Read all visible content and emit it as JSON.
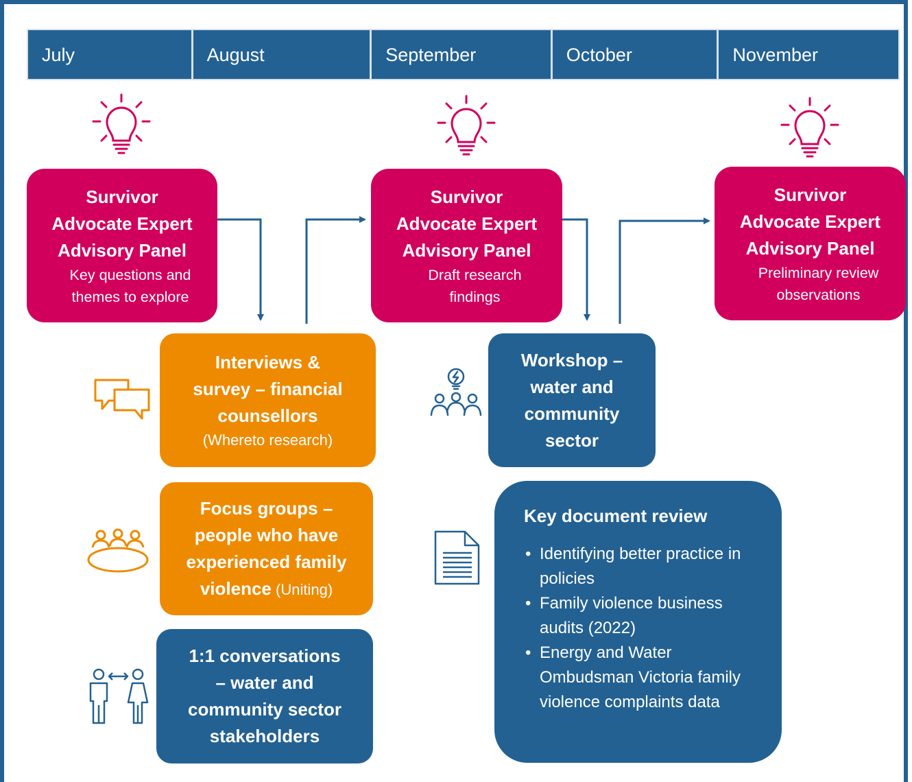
{
  "months": [
    "July",
    "August",
    "September",
    "October",
    "November"
  ],
  "panels": [
    {
      "title": [
        "Survivor",
        "Advocate Expert",
        "Advisory Panel"
      ],
      "sub": [
        "Key questions and",
        "themes to explore"
      ]
    },
    {
      "title": [
        "Survivor",
        "Advocate Expert",
        "Advisory Panel"
      ],
      "sub": [
        "Draft research",
        "findings"
      ]
    },
    {
      "title": [
        "Survivor",
        "Advocate Expert",
        "Advisory Panel"
      ],
      "sub": [
        "Preliminary review",
        "observations"
      ]
    }
  ],
  "interviews": {
    "title": [
      "Interviews &",
      "survey – financial",
      "counsellors"
    ],
    "sub": "(Whereto research)"
  },
  "focus": {
    "title": [
      "Focus groups –",
      "people who have",
      "experienced family"
    ],
    "last_bold": "violence",
    "last_sub": " (Uniting)"
  },
  "conversations": {
    "title": [
      "1:1 conversations",
      "– water and",
      "community sector",
      "stakeholders"
    ]
  },
  "workshop": {
    "title": [
      "Workshop –",
      "water and",
      "community",
      "sector"
    ]
  },
  "doc_review": {
    "title": "Key document review",
    "items": [
      "Identifying better practice in policies",
      "Family violence business audits (2022)",
      "Energy and Water Ombudsman Victoria family violence complaints data"
    ]
  },
  "colors": {
    "pink": "#d1005d",
    "orange": "#ee8a00",
    "blue": "#236192"
  },
  "icons": [
    "lightbulb-icon",
    "chat-bubbles-icon",
    "meeting-table-icon",
    "two-people-exchange-icon",
    "group-idea-icon",
    "document-icon"
  ]
}
